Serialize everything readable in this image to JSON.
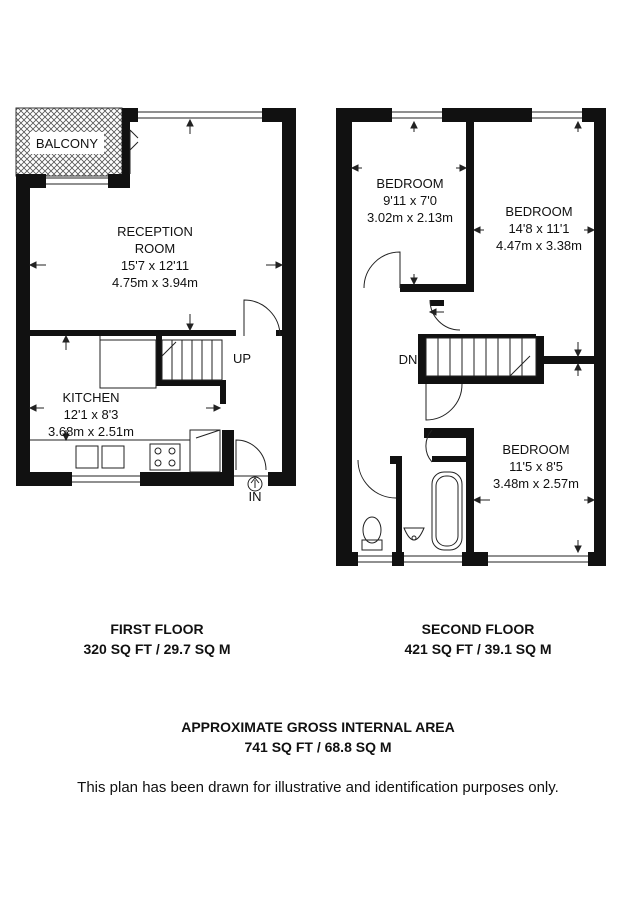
{
  "first_floor": {
    "balcony": "BALCONY",
    "reception": {
      "name_line1": "RECEPTION",
      "name_line2": "ROOM",
      "imperial": "15'7 x 12'11",
      "metric": "4.75m x 3.94m"
    },
    "kitchen": {
      "name": "KITCHEN",
      "imperial": "12'1 x 8'3",
      "metric": "3.68m x 2.51m"
    },
    "stair_label": "UP",
    "entrance_label": "IN",
    "title": "FIRST FLOOR",
    "area": "320 SQ FT / 29.7 SQ M"
  },
  "second_floor": {
    "bedroom_small": {
      "name": "BEDROOM",
      "imperial": "9'11 x 7'0",
      "metric": "3.02m x 2.13m"
    },
    "bedroom_large": {
      "name": "BEDROOM",
      "imperial": "14'8 x 11'1",
      "metric": "4.47m x 3.38m"
    },
    "bedroom_lower": {
      "name": "BEDROOM",
      "imperial": "11'5 x 8'5",
      "metric": "3.48m x 2.57m"
    },
    "stair_label": "DN",
    "title": "SECOND FLOOR",
    "area": "421 SQ FT / 39.1 SQ M"
  },
  "summary": {
    "title": "APPROXIMATE GROSS INTERNAL AREA",
    "area": "741 SQ FT / 68.8 SQ M"
  },
  "disclaimer": "This plan has been drawn for illustrative and identification purposes only.",
  "colors": {
    "wall": "#111111",
    "background": "#ffffff"
  }
}
